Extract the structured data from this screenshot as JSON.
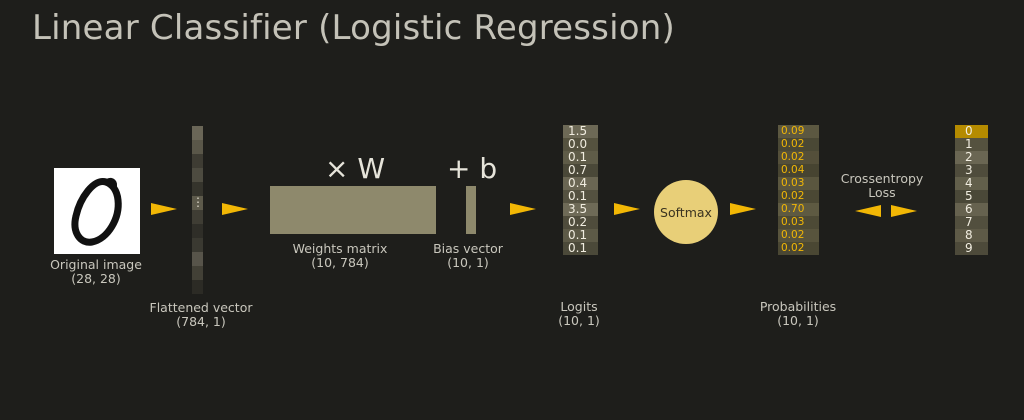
{
  "title": "Linear Classifier (Logistic Regression)",
  "original_image": {
    "label": "Original image",
    "shape": "(28, 28)"
  },
  "flattened": {
    "label": "Flattened vector",
    "shape": "(784, 1)",
    "ellipsis": "⋮"
  },
  "weights": {
    "operator": "× W",
    "label": "Weights matrix",
    "shape": "(10, 784)"
  },
  "bias": {
    "operator": "+ b",
    "label": "Bias vector",
    "shape": "(10, 1)"
  },
  "logits": {
    "label": "Logits",
    "shape": "(10, 1)",
    "values": [
      "1.5",
      "0.0",
      "0.1",
      "0.7",
      "0.4",
      "0.1",
      "3.5",
      "0.2",
      "0.1",
      "0.1"
    ]
  },
  "softmax": {
    "label": "Softmax"
  },
  "probabilities": {
    "label": "Probabilities",
    "shape": "(10, 1)",
    "values": [
      "0.09",
      "0.02",
      "0.02",
      "0.04",
      "0.03",
      "0.02",
      "0.70",
      "0.03",
      "0.02",
      "0.02"
    ]
  },
  "loss": {
    "line1": "Crossentropy",
    "line2": "Loss"
  },
  "classes": {
    "values": [
      "0",
      "1",
      "2",
      "3",
      "4",
      "5",
      "6",
      "7",
      "8",
      "9"
    ],
    "highlighted": "0"
  },
  "colors": {
    "accent": "#f2b705",
    "softmax_fill": "#e8cf78",
    "matrix_fill": "#8e896c",
    "background": "#1e1e1b"
  }
}
